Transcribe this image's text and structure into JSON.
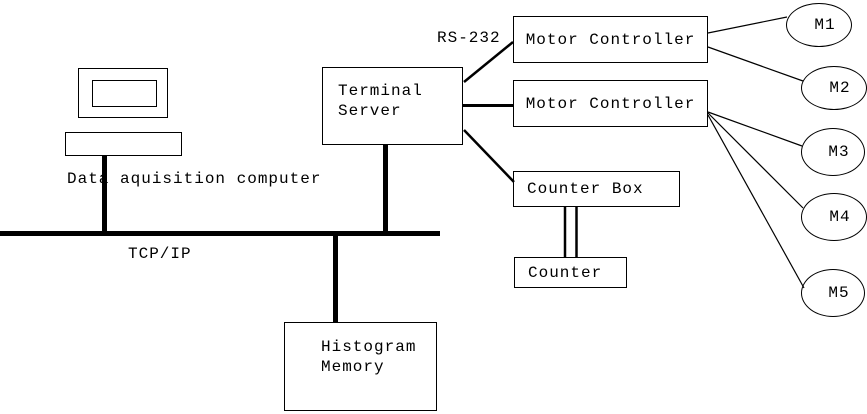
{
  "diagram": {
    "labels": {
      "computer": "Data aquisition computer",
      "network": "TCP/IP",
      "serial": "RS-232"
    },
    "nodes": {
      "terminal_server": {
        "line1": "Terminal",
        "line2": "Server"
      },
      "motor_controller_1": {
        "label": "Motor Controller"
      },
      "motor_controller_2": {
        "label": "Motor Controller"
      },
      "counter_box": {
        "label": "Counter Box"
      },
      "counter": {
        "label": "Counter"
      },
      "histogram_memory": {
        "line1": "Histogram",
        "line2": "Memory"
      }
    },
    "motors": [
      {
        "label": "M1"
      },
      {
        "label": "M2"
      },
      {
        "label": "M3"
      },
      {
        "label": "M4"
      },
      {
        "label": "M5"
      }
    ],
    "colors": {
      "line": "#000000",
      "background": "#ffffff"
    }
  }
}
